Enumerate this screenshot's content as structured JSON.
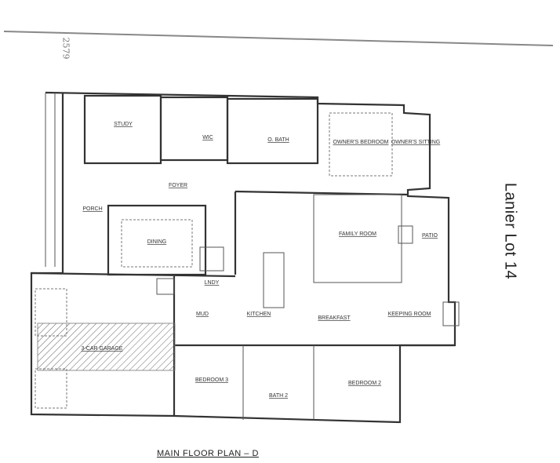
{
  "plan": {
    "title": "MAIN FLOOR PLAN – D",
    "lot_label": "Lanier  Lot 14",
    "handwritten_note": "2579",
    "rooms": {
      "study": "STUDY",
      "wic": "WIC",
      "owners_bath": "O. BATH",
      "owners_bedroom": "OWNER'S BEDROOM",
      "owners_sitting": "OWNER'S SITTING",
      "foyer": "FOYER",
      "porch": "PORCH",
      "dining": "DINING",
      "family_room": "FAMILY ROOM",
      "patio": "PATIO",
      "laundry": "LNDY",
      "mud": "MUD",
      "kitchen": "KITCHEN",
      "breakfast": "BREAKFAST",
      "keeping_room": "KEEPING ROOM",
      "garage": "3-CAR GARAGE",
      "bedroom_3": "BEDROOM 3",
      "bath_2": "BATH 2",
      "bedroom_2": "BEDROOM 2"
    }
  }
}
